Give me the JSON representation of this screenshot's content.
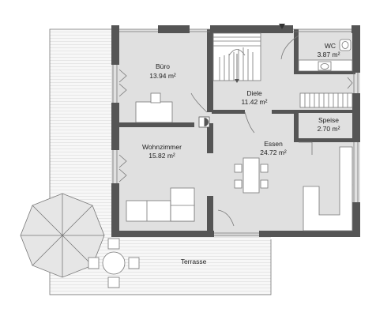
{
  "rooms": {
    "buero": {
      "name": "Büro",
      "area": "13.94 m²"
    },
    "wc": {
      "name": "WC",
      "area": "3.87 m²"
    },
    "diele": {
      "name": "Diele",
      "area": "11.42 m²"
    },
    "speise": {
      "name": "Speise",
      "area": "2.70 m²"
    },
    "wohnzimmer": {
      "name": "Wohnzimmer",
      "area": "15.82 m²"
    },
    "essen": {
      "name": "Essen",
      "area": "24.72 m²"
    }
  },
  "outdoor": {
    "terrasse": "Terrasse"
  },
  "colors": {
    "wall": "#555555",
    "floor": "#e0e0e0",
    "terrace": "#f7f7f7",
    "line": "#777777",
    "text": "#222222"
  }
}
